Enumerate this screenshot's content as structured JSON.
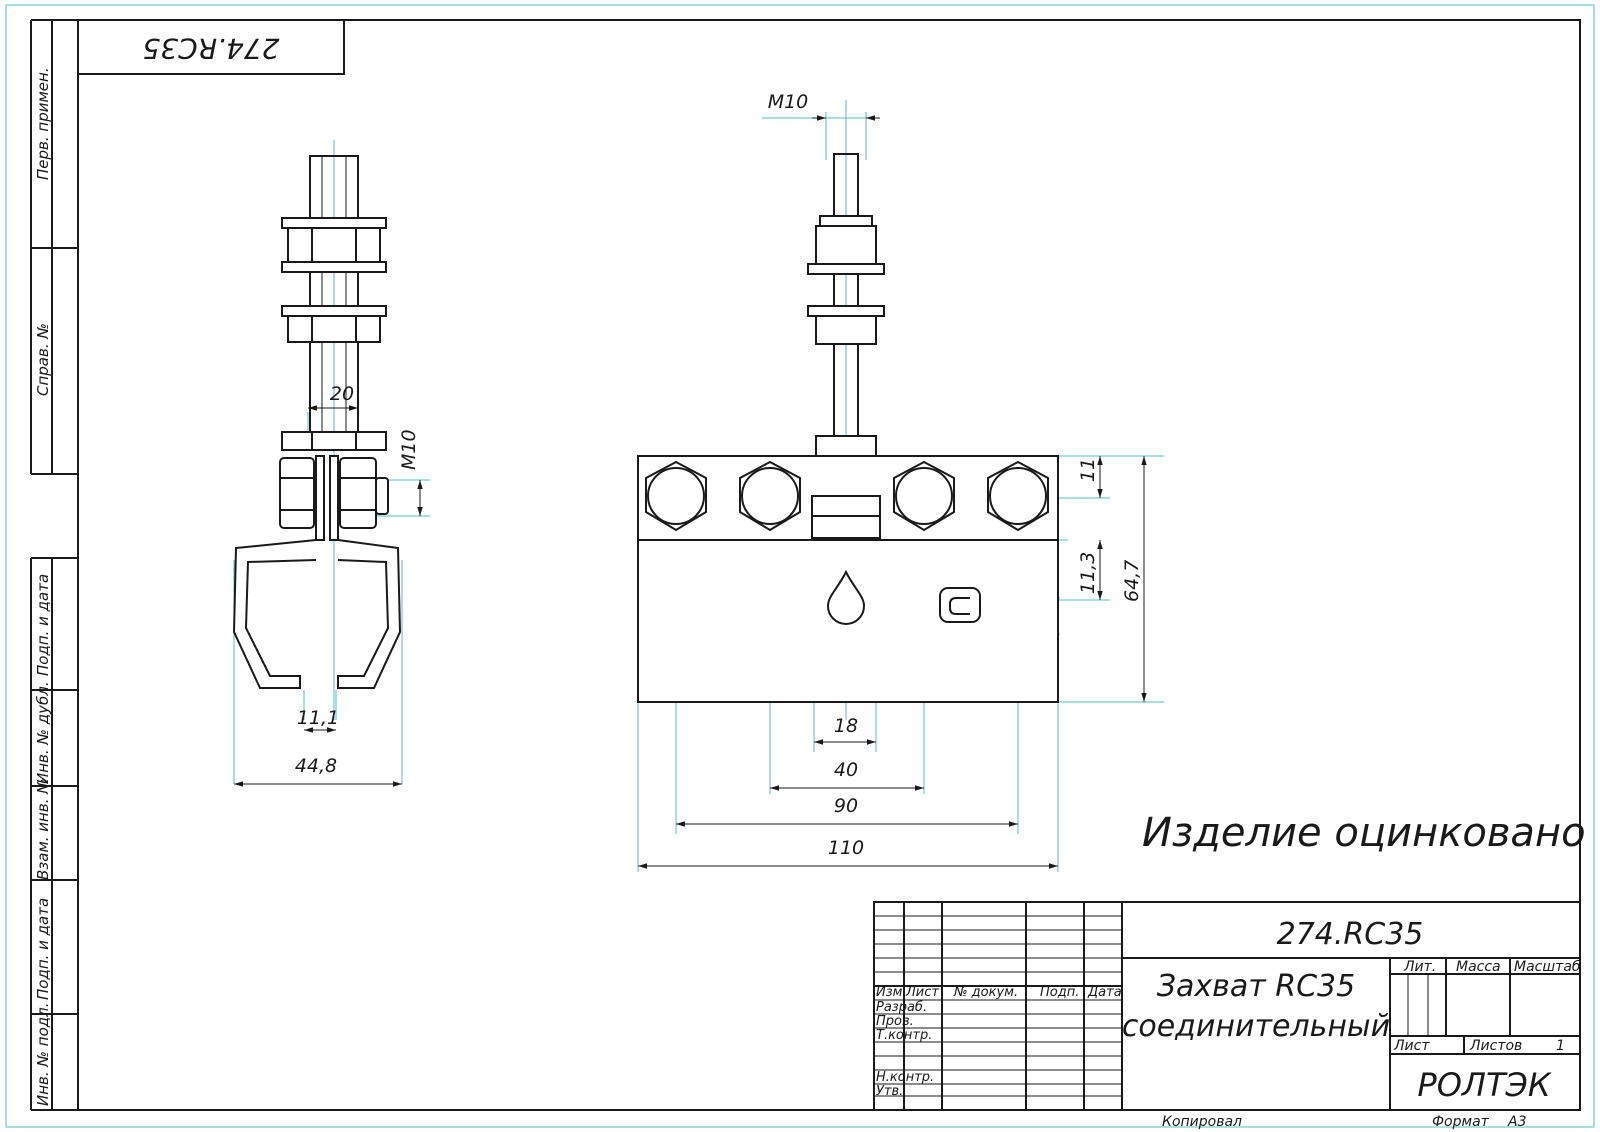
{
  "sheet": {
    "doc_code_rotated": "274.RC35",
    "note": "Изделие оцинковано",
    "left_strip": {
      "perv_primen": "Перв. примен.",
      "sprav_no": "Справ. №",
      "podp_data_1": "Подп. и дата",
      "inv_dubl": "Инв. № дубл.",
      "vzam_inv": "Взам. инв. №",
      "podp_data_2": "Подп. и дата",
      "inv_podl": "Инв. № подл."
    }
  },
  "dimensions": {
    "left_view": {
      "top_width": "20",
      "thread": "M10",
      "slot": "11,1",
      "width": "44,8"
    },
    "front_view": {
      "thread": "M10",
      "h1": "11",
      "h2": "11,3",
      "h_total": "64,7",
      "w18": "18",
      "w40": "40",
      "w90": "90",
      "w110": "110"
    }
  },
  "title_block": {
    "designation": "274.RC35",
    "name_line1": "Захват RC35",
    "name_line2": "соединительный",
    "col_izm": "Изм.",
    "col_list": "Лист",
    "col_dokum": "№ докум.",
    "col_podp": "Подп.",
    "col_data": "Дата",
    "row_razrab": "Разраб.",
    "row_prov": "Пров.",
    "row_tkontr": "Т.контр.",
    "row_nkontr": "Н.контр.",
    "row_utv": "Утв.",
    "lit": "Лит.",
    "massa": "Масса",
    "masshtab": "Масштаб",
    "list_label": "Лист",
    "listov_label": "Листов",
    "listov_value": "1",
    "company": "РОЛТЭК",
    "kopiroval": "Копировал",
    "format_label": "Формат",
    "format_value": "А3"
  },
  "colors": {
    "line": "#1a1a1a",
    "construction": "#56bfc4",
    "border": "#1a1a1a"
  }
}
